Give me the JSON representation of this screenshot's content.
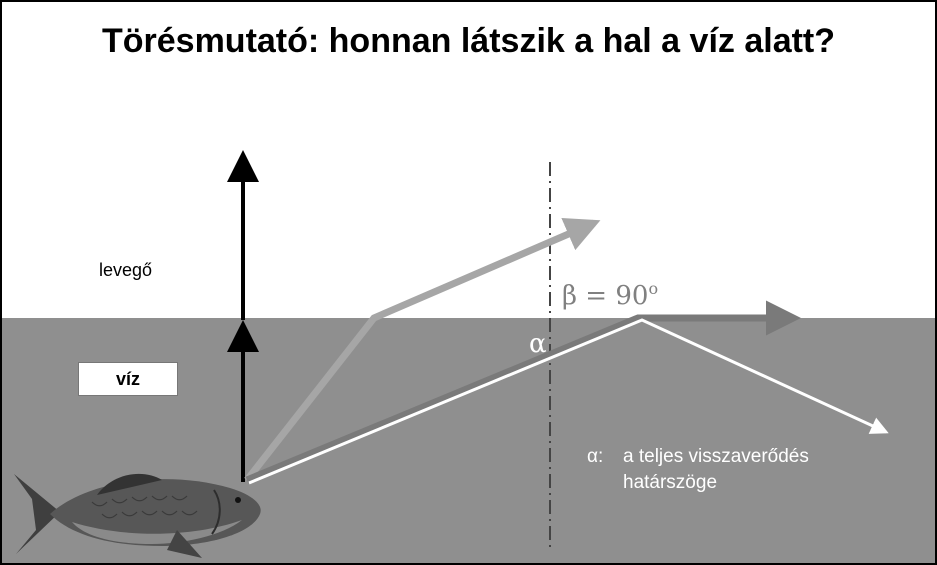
{
  "title": "Törésmutató: honnan látszik a hal a víz alatt?",
  "labels": {
    "air": "levegő",
    "water": "víz",
    "beta_equation": "β = 90",
    "beta_degree": "o",
    "alpha": "α"
  },
  "note": {
    "symbol": "α:",
    "line1": "a teljes visszaverődés",
    "line2": "határszöge"
  },
  "colors": {
    "water": "#8f8f8f",
    "air": "#ffffff",
    "ray_light": "#a6a6a6",
    "ray_mid": "#7a7a7a",
    "ray_reflected": "#ffffff",
    "axis_arrow": "#000000"
  },
  "icons": [
    "fish-icon"
  ]
}
